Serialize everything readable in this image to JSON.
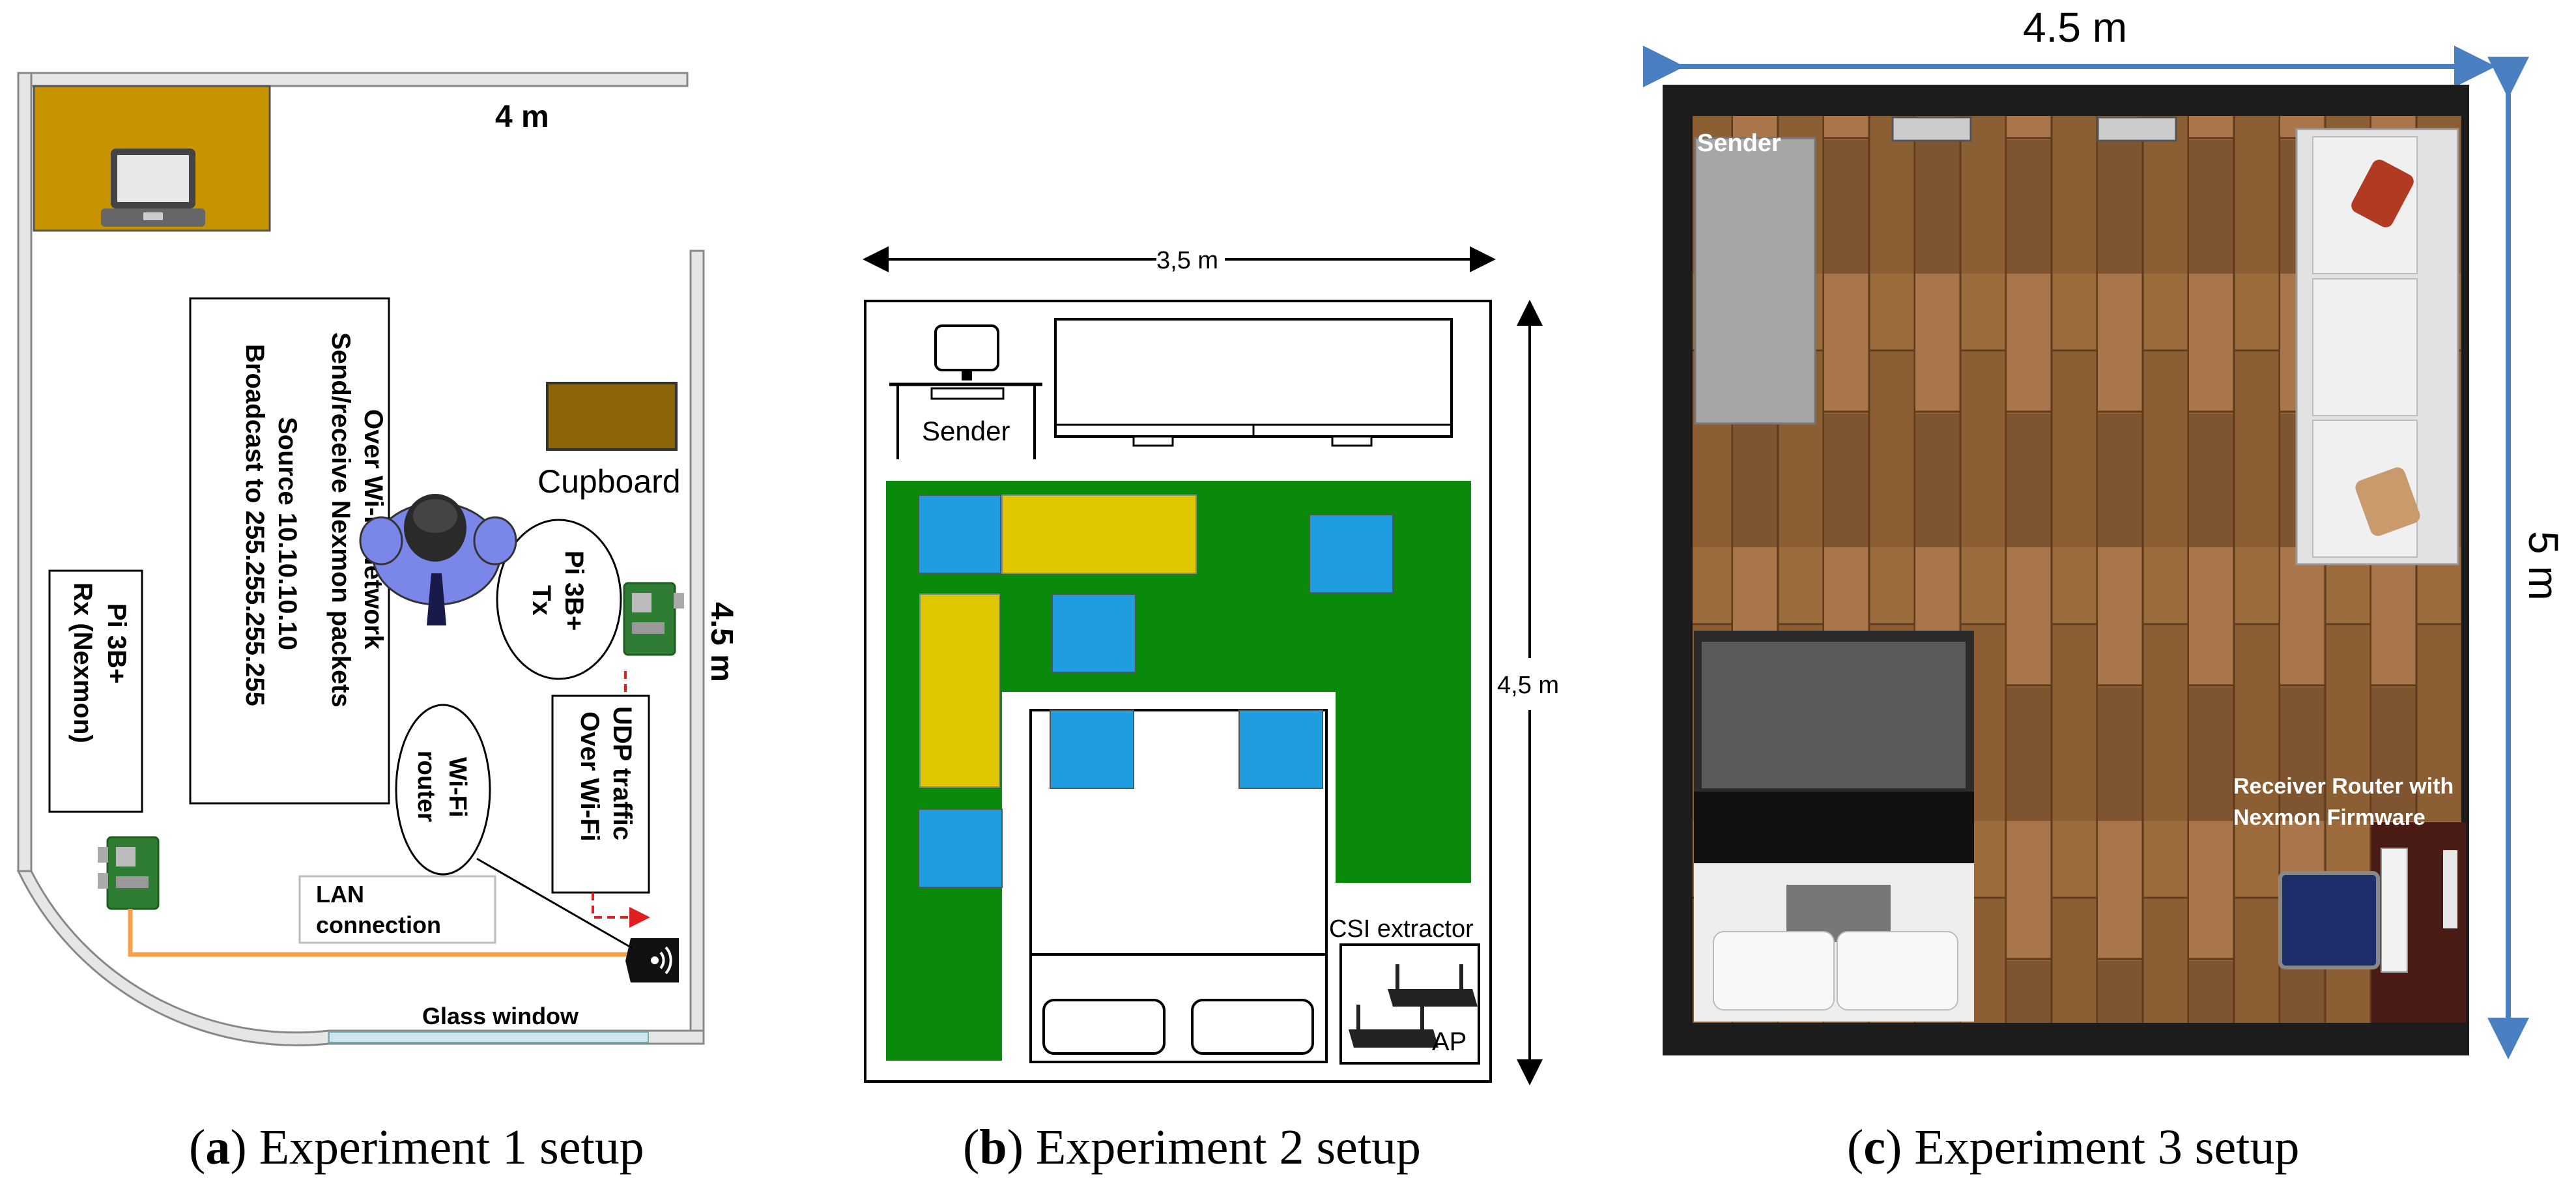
{
  "panel_a": {
    "room_width": "4 m",
    "room_depth": "4.5 m",
    "note_lines": [
      "Over Wi-Fi Network",
      "Send/receive Nexmon packets",
      "Source 10.10.10.10",
      "Broadcast to 255.255.255.255"
    ],
    "rx_lines": [
      "Pi 3B+",
      "Rx (Nexmon)"
    ],
    "tx_lines": [
      "Pi 3B+",
      "Tx"
    ],
    "udp_lines": [
      "UDP traffic",
      "Over Wi-Fi"
    ],
    "router_lines": [
      "Wi-Fi",
      "router"
    ],
    "cupboard": "Cupboard",
    "lan_lines": [
      "LAN",
      "connection"
    ],
    "glass_window": "Glass window",
    "caption_label": "a",
    "caption_text": " Experiment 1 setup"
  },
  "panel_b": {
    "width_label": "3,5 m",
    "depth_label": "4,5 m",
    "sender": "Sender",
    "csi": "CSI extractor",
    "ap": "AP",
    "caption_label": "b",
    "caption_text": " Experiment 2 setup"
  },
  "panel_c": {
    "width_label": "4.5 m",
    "depth_label": "5 m",
    "sender": "Sender",
    "receiver_lines": [
      "Receiver Router with",
      "Nexmon Firmware"
    ],
    "caption_label": "c",
    "caption_text": " Experiment 3 setup"
  },
  "colors": {
    "desk_gold": "#c79400",
    "cupboard_brown": "#8b6508",
    "cable_orange": "#f5a04a",
    "red_dash": "#e02020",
    "green_floor": "#0a8a0a",
    "blue_box": "#1e9ee0",
    "yellow_box": "#e0c800",
    "wood": "#9a6a3a",
    "arrow_blue": "#4a7fc1"
  }
}
